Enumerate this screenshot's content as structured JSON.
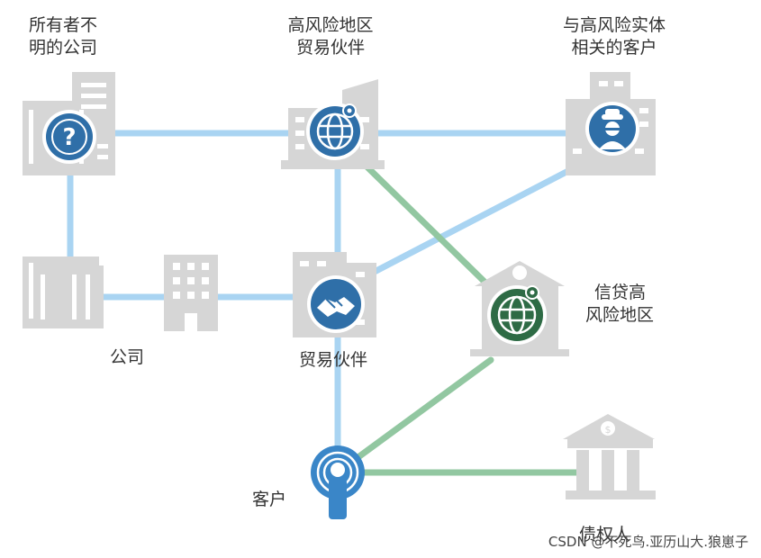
{
  "nodes": {
    "unknown_owner": {
      "label_line1": "所有者不",
      "label_line2": "明的公司",
      "icon": "question-mark-icon"
    },
    "high_risk_partner": {
      "label_line1": "高风险地区",
      "label_line2": "贸易伙伴",
      "icon": "globe-icon"
    },
    "related_client": {
      "label_line1": "与高风险实体",
      "label_line2": "相关的客户",
      "icon": "masked-person-icon"
    },
    "company": {
      "label": "公司",
      "icon": "office-building-icon"
    },
    "trade_partner": {
      "label": "贸易伙伴",
      "icon": "handshake-icon"
    },
    "credit_region": {
      "label_line1": "信贷高",
      "label_line2": "风险地区",
      "icon": "globe-bank-icon"
    },
    "customer": {
      "label": "客户",
      "icon": "person-signal-icon"
    },
    "creditor": {
      "label": "债权人",
      "icon": "bank-icon"
    }
  },
  "colors": {
    "link_blue": "#a9d4f2",
    "link_green": "#92c7a1",
    "building": "#d6d6d6",
    "building_window": "#ffffff",
    "circle_blue": "#2f6fa8",
    "circle_green": "#2e6b45",
    "customer_blue": "#3a86c8"
  },
  "watermark": "CSDN @不死鸟.亚历山大.狼崽子"
}
